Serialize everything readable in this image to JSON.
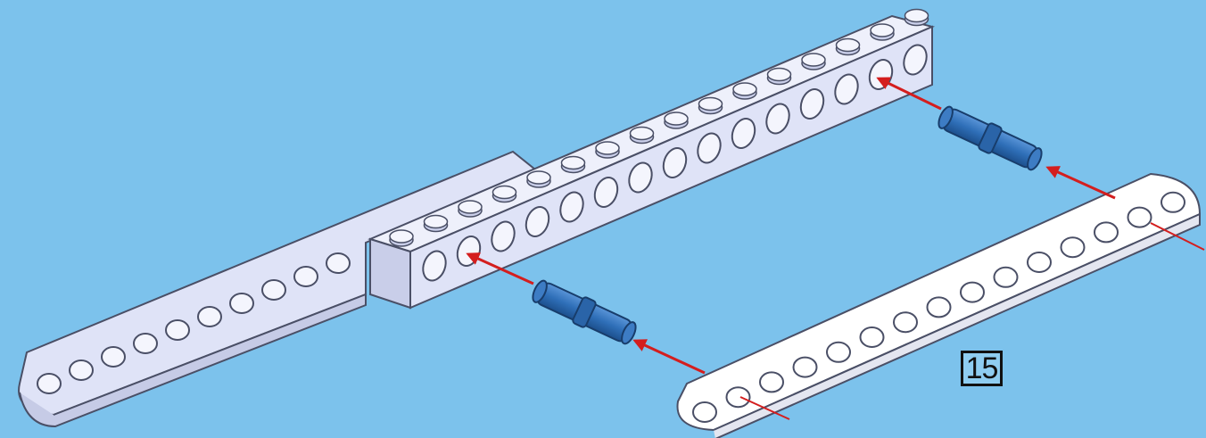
{
  "step": {
    "number": "15"
  },
  "parts": [
    {
      "name": "long-beam-lavender"
    },
    {
      "name": "technic-brick-1x16"
    },
    {
      "name": "connector-pin-blue"
    },
    {
      "name": "connector-pin-blue"
    },
    {
      "name": "long-beam-white"
    }
  ],
  "colors": {
    "background": "#7cc2ec",
    "brick": "#dfe3f7",
    "beam_white": "#ffffff",
    "pin": "#2f6fb8",
    "arrow": "#d41e1e",
    "outline": "#4a4f66"
  },
  "icons": [
    "red-arrow-icon",
    "blue-pin-icon"
  ]
}
